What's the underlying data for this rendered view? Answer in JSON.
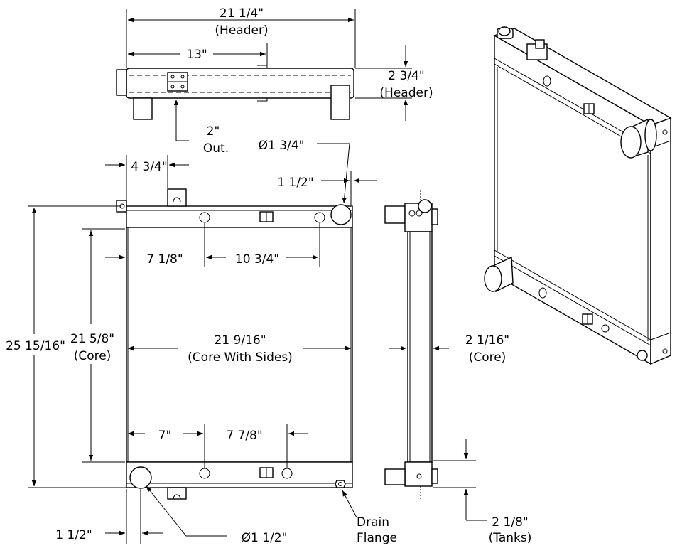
{
  "dimensions": {
    "header_width": {
      "value": "21 1/4\"",
      "note": "(Header)"
    },
    "header_height": {
      "value": "2 3/4\"",
      "note": "(Header)"
    },
    "header_offset": {
      "value": "13\""
    },
    "outlet": {
      "value": "2\"",
      "note": "Out."
    },
    "top_dia": {
      "value": "Ø1 3/4\""
    },
    "top_left": {
      "value": "4 3/4\""
    },
    "top_right": {
      "value": "1 1/2\""
    },
    "overall_height": {
      "value": "25 15/16\""
    },
    "core_height": {
      "value": "21 5/8\"",
      "note": "(Core)"
    },
    "top_spacing_a": {
      "value": "7 1/8\""
    },
    "top_spacing_b": {
      "value": "10 3/4\""
    },
    "core_width": {
      "value": "21 9/16\"",
      "note": "(Core With Sides)"
    },
    "core_depth": {
      "value": "2 1/16\"",
      "note": "(Core)"
    },
    "bottom_spacing_a": {
      "value": "7\""
    },
    "bottom_spacing_b": {
      "value": "7 7/8\""
    },
    "tank_depth": {
      "value": "2 1/8\"",
      "note": "(Tanks)"
    },
    "bottom_left": {
      "value": "1 1/2\""
    },
    "bottom_dia": {
      "value": "Ø1 1/2\""
    },
    "drain": {
      "line1": "Drain",
      "line2": "Flange"
    }
  }
}
